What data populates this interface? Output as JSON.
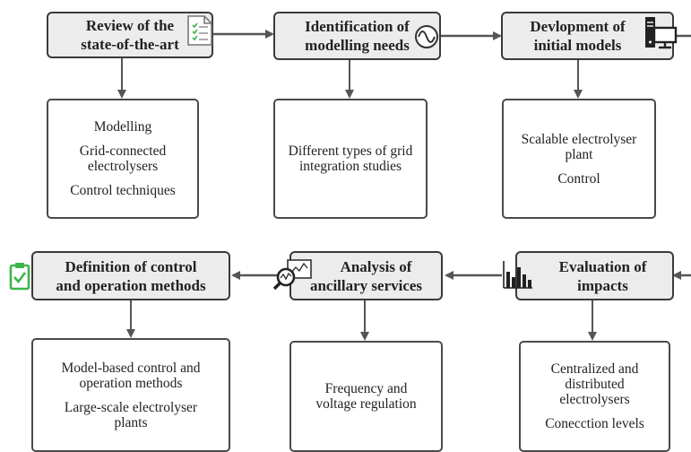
{
  "steps": [
    {
      "title_line1": "Review of the",
      "title_line2": "state-of-the-art",
      "details": [
        "Modelling",
        "Grid-connected electrolysers",
        "Control techniques"
      ],
      "icon": "document-icon"
    },
    {
      "title_line1": "Identification of",
      "title_line2": "modelling needs",
      "details": [
        "Different types of grid integration studies"
      ],
      "icon": "sine-wave-icon"
    },
    {
      "title_line1": "Devlopment of",
      "title_line2": "initial models",
      "details": [
        "Scalable electrolyser plant",
        "Control"
      ],
      "icon": "computer-icon"
    },
    {
      "title_line1": "Evaluation of",
      "title_line2": "impacts",
      "details": [
        "Centralized and distributed electrolysers",
        "Conecction levels"
      ],
      "icon": "bar-chart-icon"
    },
    {
      "title_line1": "Analysis of",
      "title_line2": "ancillary services",
      "details": [
        "Frequency and voltage regulation"
      ],
      "icon": "magnifier-chart-icon"
    },
    {
      "title_line1": "Definition of control",
      "title_line2": "and operation methods",
      "details": [
        "Model-based control and operation methods",
        "Large-scale electrolyser plants"
      ],
      "icon": "clipboard-check-icon"
    }
  ],
  "colors": {
    "header_fill": "#ececec",
    "border": "#3a3a3a",
    "edge": "#555555",
    "clipboard": "#3cb64a"
  }
}
